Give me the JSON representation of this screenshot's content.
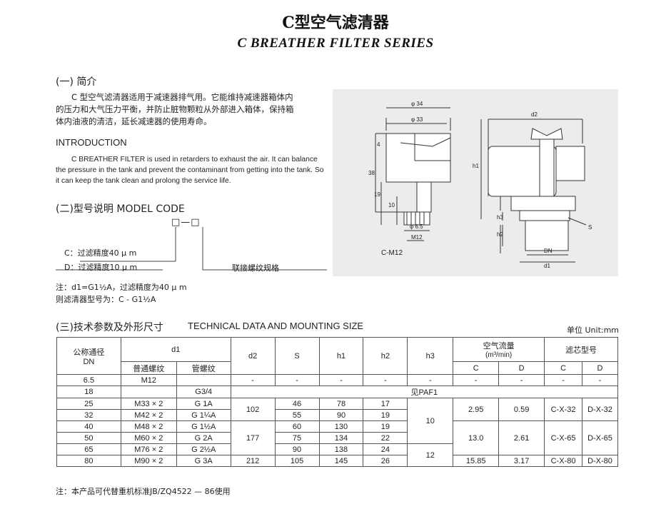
{
  "title": {
    "cn": "C型空气滤清器",
    "en": "C BREATHER FILTER SERIES"
  },
  "intro": {
    "heading": "(一) 简介",
    "cn_paragraph": [
      "C 型空气滤清器适用于减速器排气用。它能维持减速器箱体内",
      "的压力和大气压力平衡，并防止脏物颗粒从外部进入箱体，保持箱",
      "体内油液的清洁，延长减速器的使用寿命。"
    ],
    "en_heading": "INTRODUCTION",
    "en_paragraph": [
      "C BREATHER FILTER is used in retarders to exhaust the air. It can balance",
      "the pressure in the tank and prevent the contaminant from getting into the tank. So",
      "it can keep the tank clean and prolong the service life."
    ]
  },
  "model_code": {
    "heading": "(二)型号说明 MODEL CODE",
    "code": "□—□",
    "c_option": "C：过滤精度40 μ m",
    "d_option": "D：过滤精度10 μ m",
    "thread_spec": "联接螺纹规格",
    "note_line1": "注：d1=G1½A，过滤精度为40 μ m",
    "note_line2": "则滤清器型号为：C - G1½A"
  },
  "drawing": {
    "left_label": "C-M12",
    "dims_left": [
      "φ 34",
      "φ 33",
      "4",
      "38",
      "19",
      "10",
      "φ 6.5",
      "M12"
    ],
    "dims_right": [
      "d2",
      "h1",
      "h3",
      "h2",
      "S",
      "DN",
      "d1"
    ]
  },
  "tech": {
    "heading": "(三)技术参数及外形尺寸",
    "heading_en": "TECHNICAL DATA AND MOUNTING SIZE",
    "unit": "单位 Unit:mm",
    "headers": {
      "dn": "公称通径",
      "dn_en": "DN",
      "d1": "d1",
      "d1_normal": "普通螺纹",
      "d1_pipe": "管螺纹",
      "d2": "d2",
      "s": "S",
      "h1": "h1",
      "h2": "h2",
      "h3": "h3",
      "flow": "空气流量",
      "flow_unit": "(m³/min)",
      "filter": "滤芯型号",
      "c": "C",
      "d": "D"
    },
    "rows": [
      {
        "dn": "6.5",
        "normal": "M12",
        "pipe": "",
        "d2": "-",
        "s": "-",
        "h1": "-",
        "h2": "-",
        "h3": "-",
        "flow_c": "-",
        "flow_d": "-",
        "elem_c": "-",
        "elem_d": "-"
      },
      {
        "dn": "18",
        "normal": "",
        "pipe": "G3/4",
        "see": "见PAF1"
      },
      {
        "dn": "25",
        "normal": "M33 × 2",
        "pipe": "G 1A",
        "s": "46",
        "h1": "78",
        "h2": "17"
      },
      {
        "dn": "32",
        "normal": "M42 × 2",
        "pipe": "G 1¼A",
        "s": "55",
        "h1": "90",
        "h2": "19"
      },
      {
        "dn": "40",
        "normal": "M48 × 2",
        "pipe": "G 1½A",
        "s": "60",
        "h1": "130",
        "h2": "19"
      },
      {
        "dn": "50",
        "normal": "M60 × 2",
        "pipe": "G 2A",
        "s": "75",
        "h1": "134",
        "h2": "22"
      },
      {
        "dn": "65",
        "normal": "M76 × 2",
        "pipe": "G 2½A",
        "s": "90",
        "h1": "138",
        "h2": "24"
      },
      {
        "dn": "80",
        "normal": "M90 × 2",
        "pipe": "G 3A",
        "d2": "212",
        "s": "105",
        "h1": "145",
        "h2": "26",
        "flow_c": "15.85",
        "flow_d": "3.17",
        "elem_c": "C-X-80",
        "elem_d": "D-X-80"
      }
    ],
    "merged": {
      "d2_a": "102",
      "d2_b": "177",
      "h3_a": "10",
      "h3_b": "12",
      "flow_c_a": "2.95",
      "flow_d_a": "0.59",
      "elem_c_a": "C-X-32",
      "elem_d_a": "D-X-32",
      "flow_c_b": "13.0",
      "flow_d_b": "2.61",
      "elem_c_b": "C-X-65",
      "elem_d_b": "D-X-65"
    },
    "footnote": "注：本产品可代替重机标准JB/ZQ4522 — 86使用"
  },
  "colors": {
    "drawing_bg": "#ececec",
    "line": "#333333"
  }
}
